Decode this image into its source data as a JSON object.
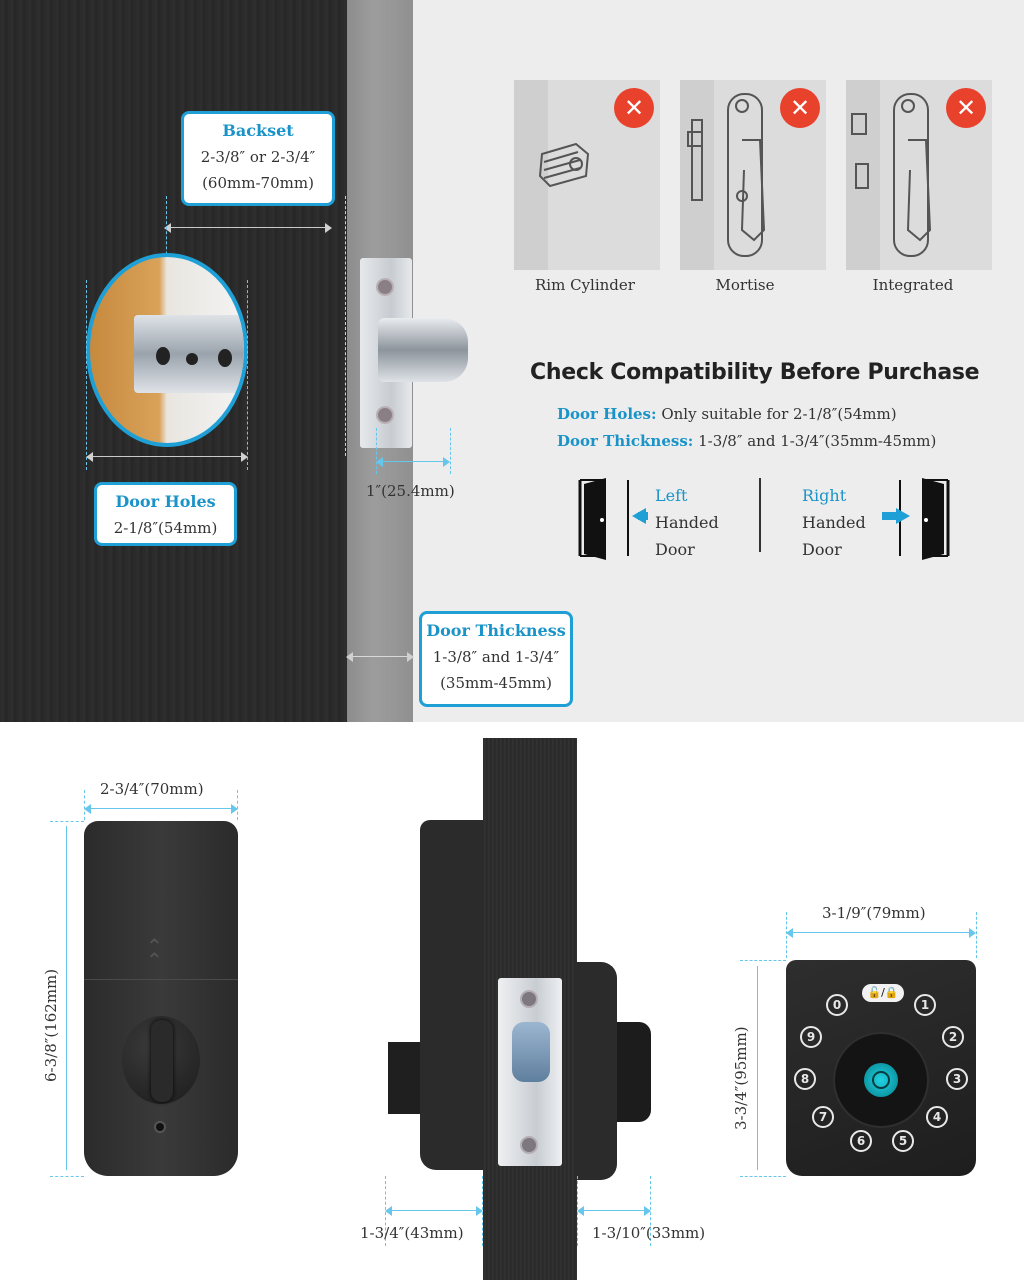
{
  "top": {
    "backset": {
      "title": "Backset",
      "line1": "2-3/8″ or 2-3/4″",
      "line2": "(60mm-70mm)"
    },
    "door_holes": {
      "title": "Door Holes",
      "value": "2-1/8″(54mm)"
    },
    "latch_label": "1″(25.4mm)",
    "door_thickness": {
      "title": "Door Thickness",
      "line1": "1-3/8″ and 1-3/4″",
      "line2": "(35mm-45mm)"
    },
    "incompatible_types": [
      {
        "label": "Rim Cylinder",
        "badge": "✕"
      },
      {
        "label": "Mortise",
        "badge": "✕"
      },
      {
        "label": "Integrated",
        "badge": "✕"
      }
    ],
    "check_title": "Check Compatibility Before Purchase",
    "specs": [
      {
        "key": "Door Holes:",
        "value": "Only suitable for 2-1/8″(54mm)"
      },
      {
        "key": "Door Thickness:",
        "value": "1-3/8″ and 1-3/4″(35mm-45mm)"
      }
    ],
    "left_hand": {
      "color_word": "Left",
      "w2": "Handed",
      "w3": "Door"
    },
    "right_hand": {
      "color_word": "Right",
      "w2": "Handed",
      "w3": "Door"
    },
    "accent_color": "#1ea0d6",
    "badge_color": "#e8412c"
  },
  "bottom": {
    "front_width": "2-3/4″(70mm)",
    "front_height": "6-3/8″(162mm)",
    "side_left": "1-3/4″(43mm)",
    "side_right": "1-3/10″(33mm)",
    "keypad_width": "3-1/9″(79mm)",
    "keypad_height": "3-3/4″(95mm)",
    "keypad_lock_icons": "🔓/🔒",
    "keypad_digits": [
      "0",
      "1",
      "2",
      "3",
      "4",
      "5",
      "6",
      "7",
      "8",
      "9"
    ]
  }
}
